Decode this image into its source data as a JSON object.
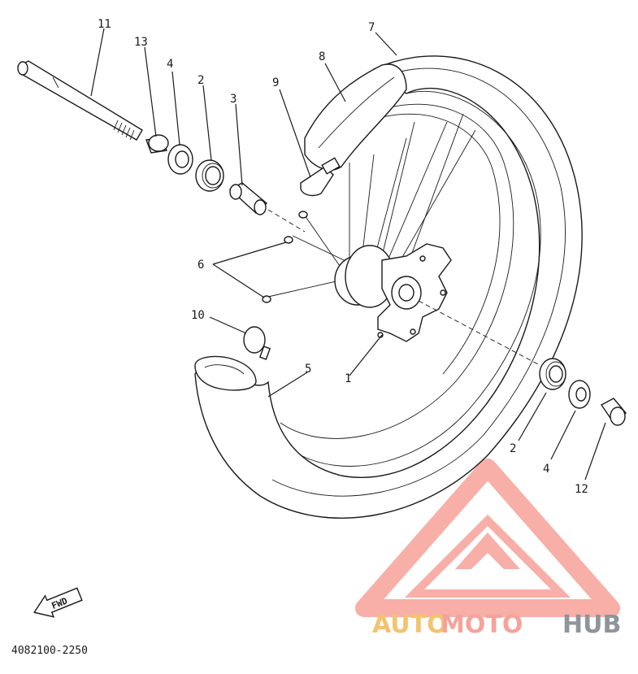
{
  "diagram": {
    "callouts": {
      "axle": "11",
      "collar_left": "13",
      "oil_seal_left": "4",
      "bearing_left": "2",
      "spacer": "3",
      "tire": "7",
      "rim_band": "8",
      "rim_lock": "9",
      "spoke_set": "6",
      "valve_cap": "10",
      "tube": "5",
      "hub": "1",
      "bearing_right": "2",
      "oil_seal_right": "4",
      "collar_right": "12"
    },
    "fwd_label": "FWD",
    "drawing_code": "4082100-2250"
  },
  "watermark": {
    "text_part1": "AUTO",
    "text_part2": "MOTO",
    "text_part3": "HUB",
    "colors": {
      "auto": "#f3c36e",
      "moto": "#f6a29a",
      "hub": "#8f959a",
      "logo": "#f6a29a"
    }
  }
}
